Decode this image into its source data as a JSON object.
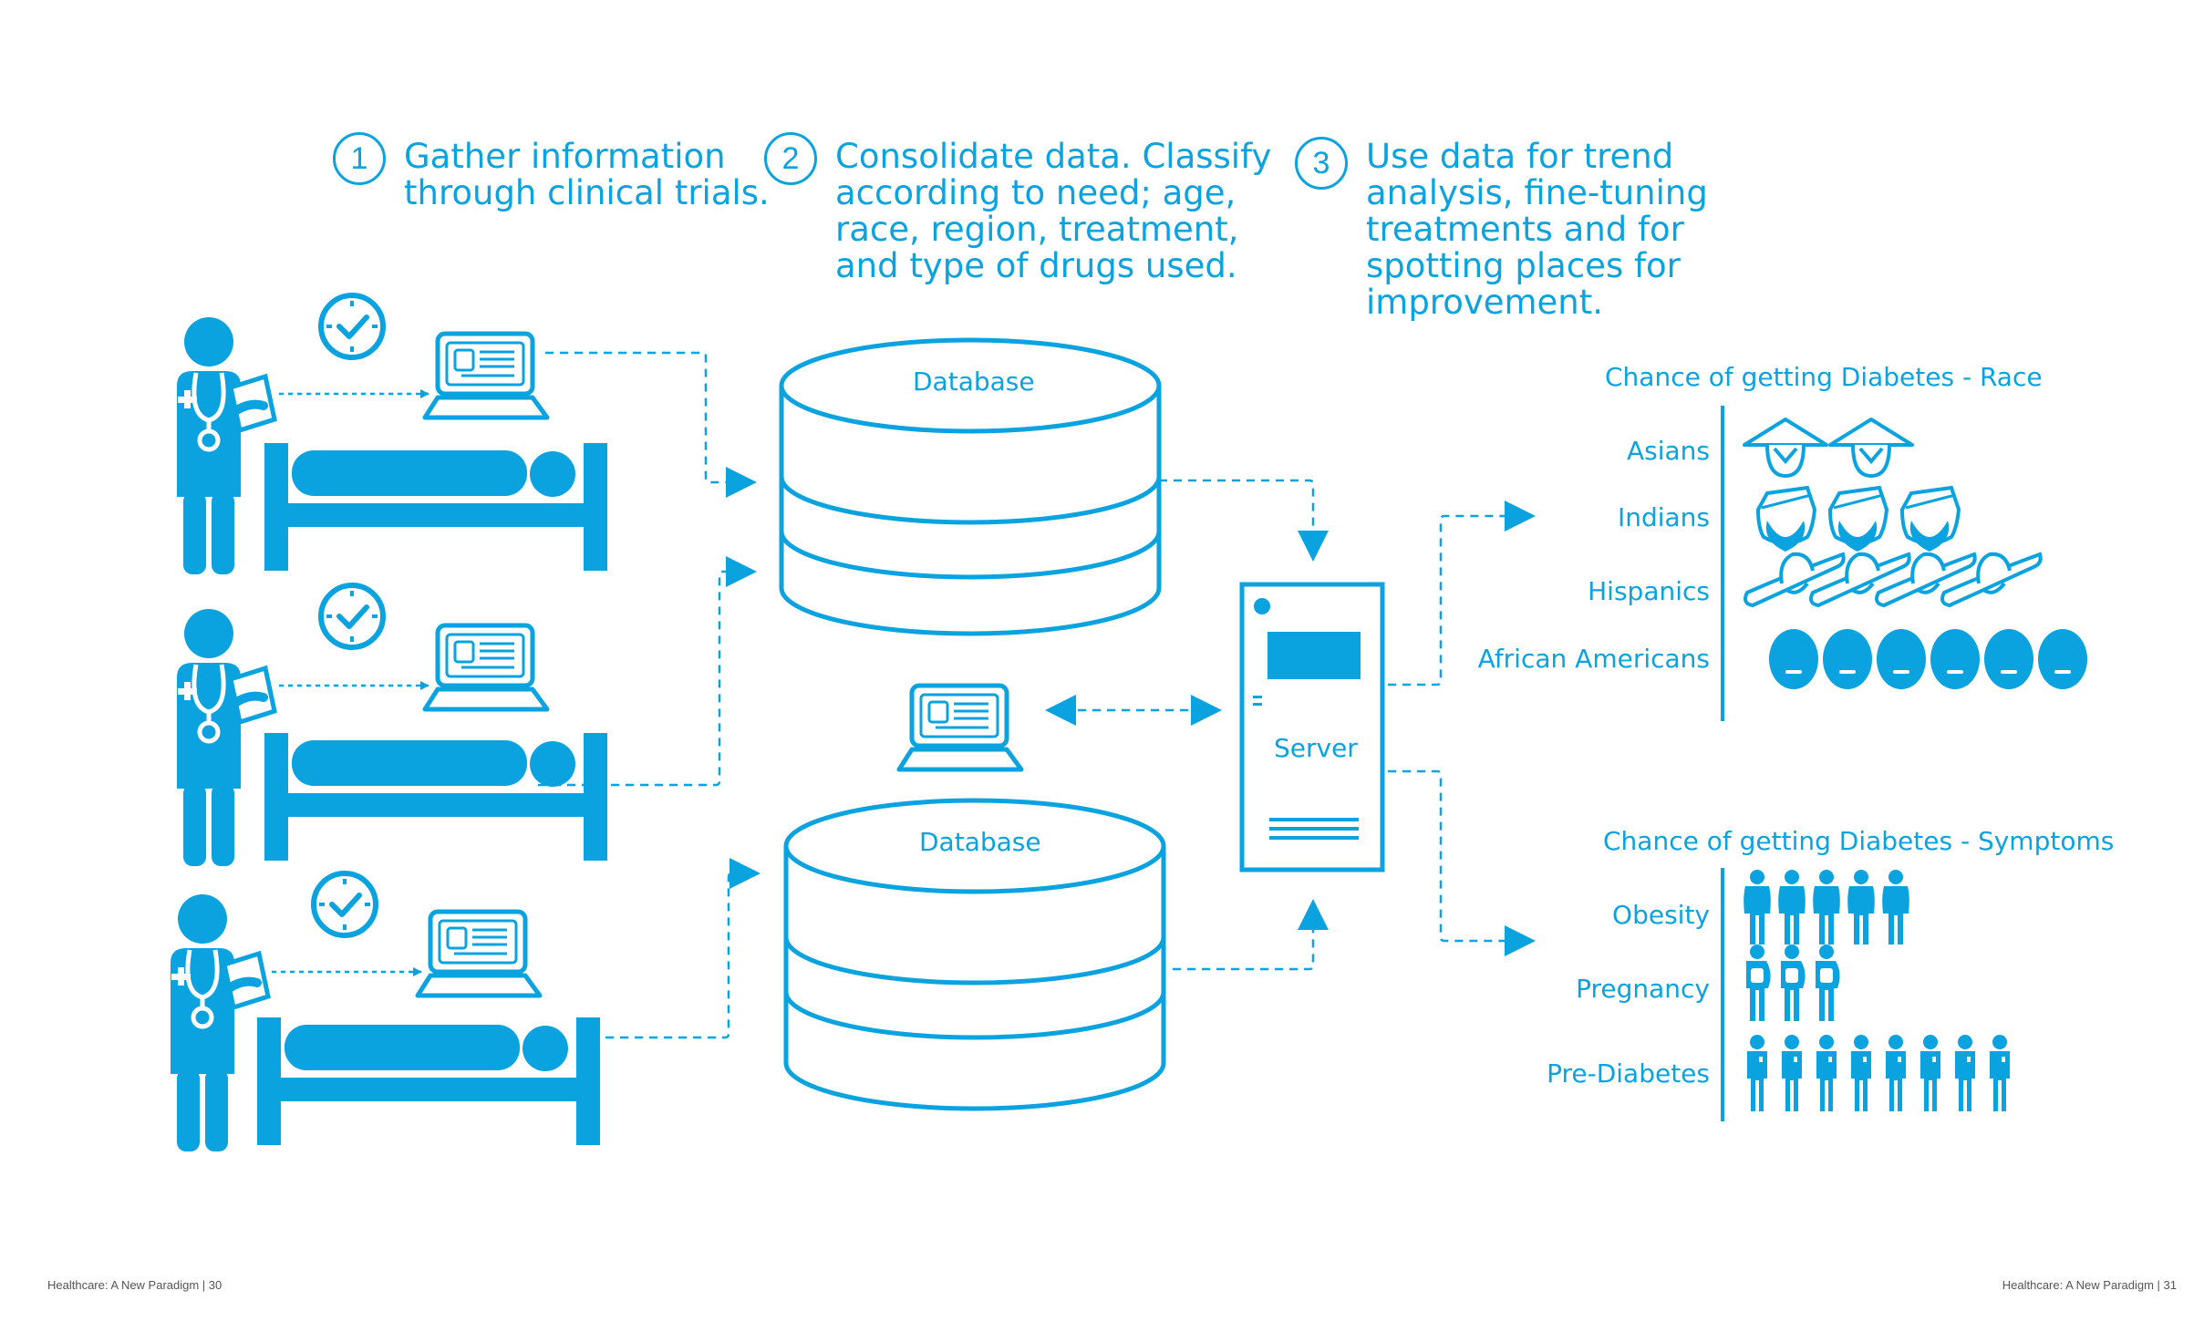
{
  "steps": [
    {
      "number": "1",
      "text": "Gather information\nthrough clinical trials."
    },
    {
      "number": "2",
      "text": "Consolidate data. Classify\naccording to need; age,\nrace, region, treatment,\nand type of drugs used."
    },
    {
      "number": "3",
      "text": "Use data for trend\nanalysis, fine-tuning\ntreatments and for\nspotting places for\nimprovement."
    }
  ],
  "databases": [
    {
      "label": "Database"
    },
    {
      "label": "Database"
    }
  ],
  "server": {
    "label": "Server"
  },
  "race_panel": {
    "title": "Chance of getting Diabetes - Race",
    "rows": [
      {
        "label": "Asians",
        "count": 2
      },
      {
        "label": "Indians",
        "count": 3
      },
      {
        "label": "Hispanics",
        "count": 4
      },
      {
        "label": "African Americans",
        "count": 6
      }
    ]
  },
  "symptom_panel": {
    "title": "Chance of getting Diabetes - Symptoms",
    "rows": [
      {
        "label": "Obesity",
        "count": 5
      },
      {
        "label": "Pregnancy",
        "count": 3
      },
      {
        "label": "Pre-Diabetes",
        "count": 8
      }
    ]
  },
  "footer": {
    "left": "Healthcare: A New Paradigm  |  30",
    "right": "Healthcare: A New Paradigm  |  31"
  },
  "colors": {
    "accent": "#0aa3df",
    "background": "#ffffff"
  },
  "icons": [
    "doctor-icon",
    "clock-icon",
    "laptop-icon",
    "bed-icon",
    "database-icon",
    "server-icon",
    "person-icon"
  ]
}
